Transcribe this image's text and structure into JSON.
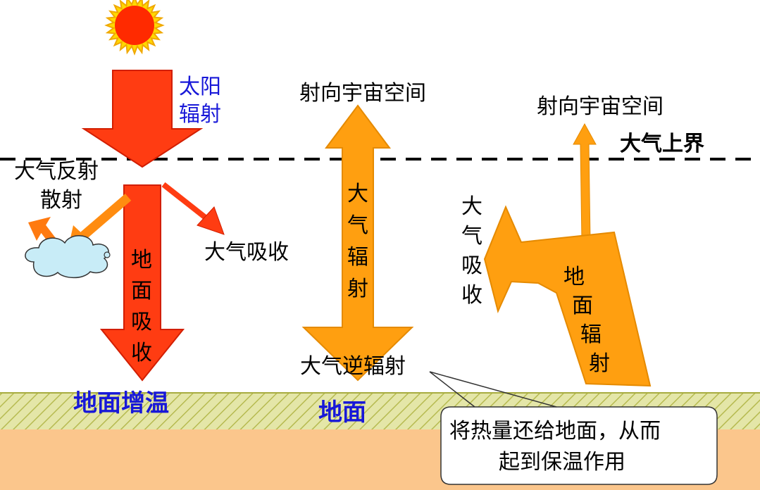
{
  "colors": {
    "sun": "#ff2a00",
    "sun_rays": "#ffd800",
    "red_arrow": "#ff3c12",
    "red_arrow_stroke": "#d21e00",
    "orange_arrow": "#ff9f10",
    "orange_arrow_stroke": "#e58a00",
    "ground_band": "#e4e6a8",
    "ground_hatch": "#b6ba50",
    "ground_earth": "#fbc68c",
    "cloud": "#c8ecf7",
    "label_blue": "#1818d8",
    "label_black": "#000000"
  },
  "labels": {
    "solar_radiation": [
      "太阳",
      "辐射"
    ],
    "atmospheric_top": "大气上界",
    "to_space_center": "射向宇宙空间",
    "to_space_right": "射向宇宙空间",
    "reflection_scatter": [
      "大气反射",
      "散射"
    ],
    "atmosphere_absorb_left": "大气吸收",
    "ground_absorb": [
      "地",
      "面",
      "吸",
      "收"
    ],
    "atmospheric_radiation": [
      "大",
      "气",
      "辐",
      "射"
    ],
    "atmosphere_absorb_right": [
      "大",
      "气",
      "吸",
      "收"
    ],
    "ground_radiation": [
      "地",
      "面",
      "辐",
      "射"
    ],
    "counter_radiation": "大气逆辐射",
    "ground_warming": "地面增温",
    "ground": "地面",
    "callout": [
      "将热量还给地面，从而",
      "起到保温作用"
    ]
  }
}
